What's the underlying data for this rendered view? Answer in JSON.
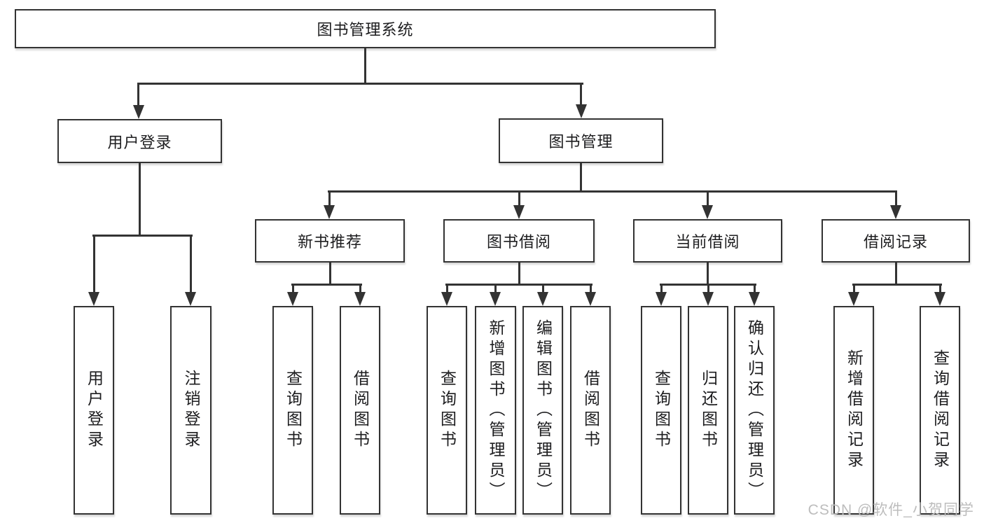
{
  "diagram": {
    "root": {
      "label": "图书管理系统"
    },
    "level2": [
      {
        "label": "用户登录"
      },
      {
        "label": "图书管理"
      }
    ],
    "level3": [
      {
        "label": "新书推荐"
      },
      {
        "label": "图书借阅"
      },
      {
        "label": "当前借阅"
      },
      {
        "label": "借阅记录"
      }
    ],
    "leaves": [
      {
        "label": "用户登录"
      },
      {
        "label": "注销登录"
      },
      {
        "label": "查询图书"
      },
      {
        "label": "借阅图书"
      },
      {
        "label": "查询图书"
      },
      {
        "label": "新增图书（管理员）"
      },
      {
        "label": "编辑图书（管理员）"
      },
      {
        "label": "借阅图书"
      },
      {
        "label": "查询图书"
      },
      {
        "label": "归还图书"
      },
      {
        "label": "确认归还（管理员）"
      },
      {
        "label": "新增借阅记录"
      },
      {
        "label": "查询借阅记录"
      }
    ],
    "watermark": "CSDN @软件_小贺同学",
    "colors": {
      "line": "#333333",
      "text": "#1d1d1f",
      "background": "#ffffff",
      "watermark": "#bdbdbd"
    }
  }
}
